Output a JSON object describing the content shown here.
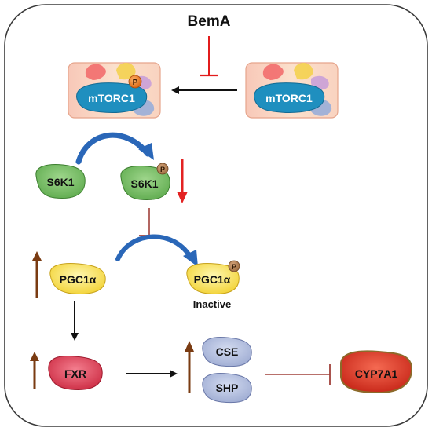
{
  "diagram": {
    "inhibitor": "BemA",
    "complex_active": "mTORC1",
    "complex_inactive": "mTORC1",
    "phospho_mark": "P",
    "s6k1_left": "S6K1",
    "s6k1_right": "S6K1",
    "pgc1a_left": "PGC1α",
    "pgc1a_right": "PGC1α",
    "inactive_label": "Inactive",
    "fxr": "FXR",
    "cse": "CSE",
    "shp": "SHP",
    "cyp7a1": "CYP7A1"
  },
  "colors": {
    "inhibition_red": "#e21c1c",
    "inhibition_brown": "#a0403a",
    "increase_arrow": "#7a3b12",
    "decrease_arrow": "#e32222",
    "curved_arrow_blue": "#2a67b8",
    "mtorc_blue": "#1f8fbf",
    "s6k1_green": "#6cb85c",
    "pgc1a_yellow": "#f5dc4f",
    "fxr_red": "#e0455c",
    "cse_shp_lavender": "#b5c0de",
    "cyp7a1_red": "#e23a2c",
    "phospho_orange": "#f07b1d"
  }
}
